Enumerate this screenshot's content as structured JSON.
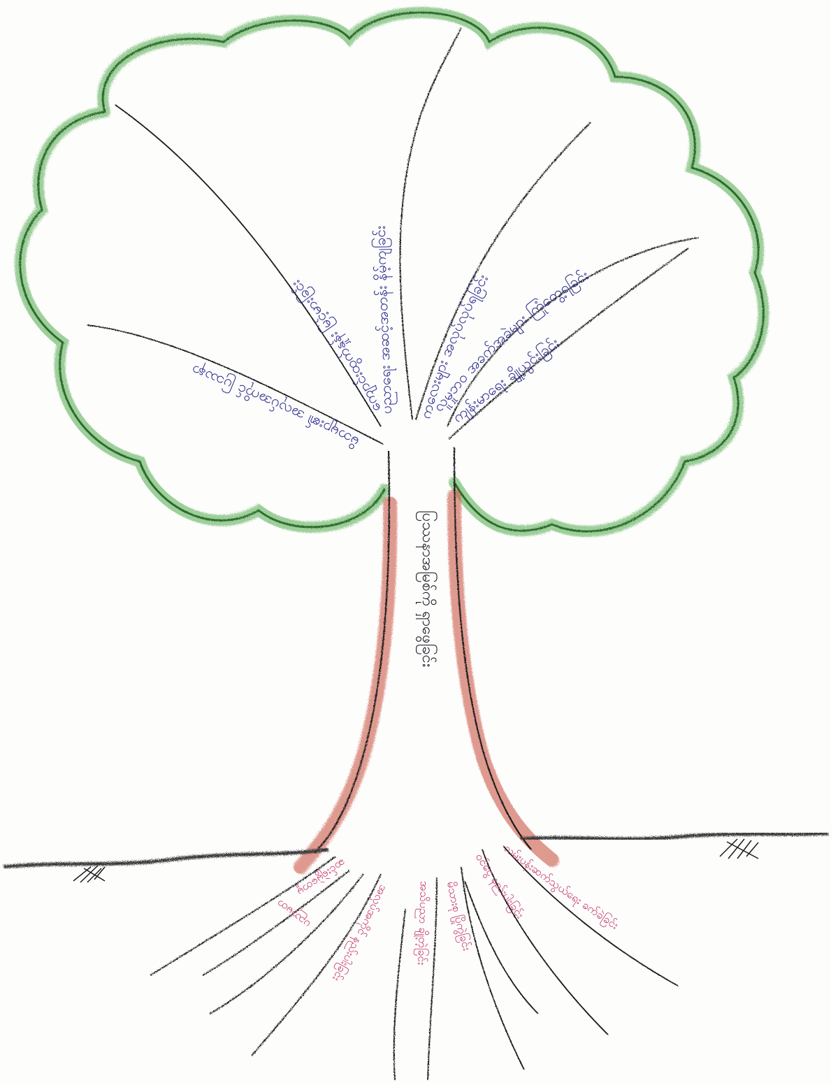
{
  "diagram": {
    "trunk_label": "ပြဿနာအမြစ်ကို ရှာဖွေခြင်း",
    "branches": [
      "မိဘများ၏ အလုပ်အကိုင် ပြဿနာ",
      "ကျောင်းထွက်နှုန်း မြင့်မားခြင်း",
      "ပညာရေး အဆင့်အတန်း နိမ့်ကျခြင်း",
      "ကလေးများ အလုပ်လုပ်ရခြင်း",
      "ကျန်းမာရေး ချို့ယွင်းခြင်း",
      "လူမှုဘဝ အခက်အခဲများ ကြုံတွေ့ရခြင်း"
    ],
    "roots": [
      "ဆင်းရဲမွဲတေမှု",
      "ပညာမတတ်ခြင်း",
      "အလုပ်အကိုင် နည်းပါးခြင်း",
      "အသိပညာ ချို့တဲ့ခြင်း",
      "မိသားစု ပြိုကွဲခြင်း",
      "ဝင်ငွေ နည်းပါးခြင်း",
      "လမ်းပန်းဆက်သွယ်ရေး ခက်ခဲခြင်း"
    ]
  },
  "colors": {
    "canopy_outline": "#2f6b2f",
    "canopy_shade": "#7dc07a",
    "trunk_shade": "#cc5a48",
    "ink": "#1a1a1a",
    "branch_text": "#2e2f8f",
    "root_text": "#c3336a",
    "ground": "#3a3a3a"
  }
}
